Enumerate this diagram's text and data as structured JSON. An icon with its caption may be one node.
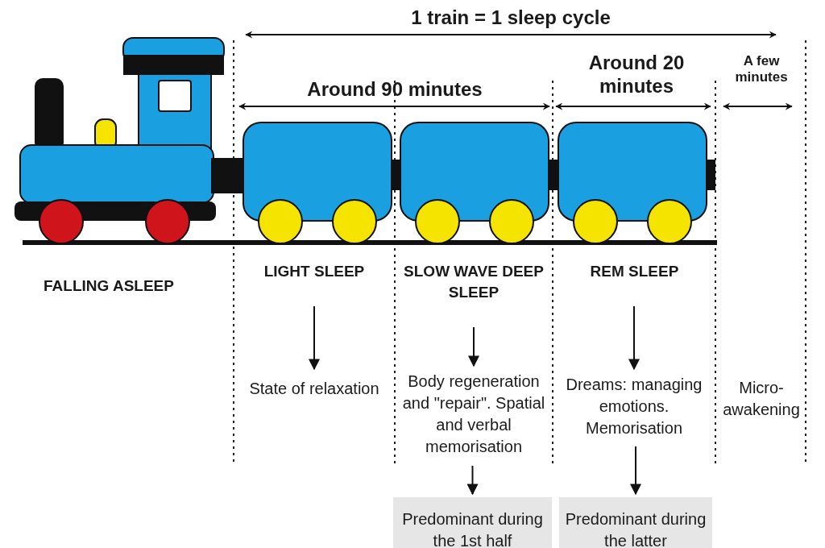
{
  "diagram": {
    "nodes": [
      {
        "text": [
          "FALLING ASLEEP"
        ]
      },
      {
        "text": [
          "LIGHT SLEEP"
        ]
      },
      {
        "text": [
          "SLOW WAVE DEEP SLEEP"
        ]
      },
      {
        "text": [
          "REM SLEEP"
        ]
      },
      {
        "text": [
          "State of relaxation"
        ]
      },
      {
        "text": [
          "Body regeneration and \"repair\". Spatial and verbal memorisation"
        ]
      },
      {
        "text": [
          "Dreams: managing emotions. Memorisation"
        ]
      },
      {
        "text": [
          "Micro-awakening"
        ]
      },
      {
        "text": [
          "Predominant during the 1st half"
        ]
      },
      {
        "text": [
          "Predominant during the latter"
        ]
      }
    ],
    "edges": [
      {
        "from": 1,
        "to": 4,
        "arrow": "to"
      },
      {
        "from": 2,
        "to": 5,
        "arrow": "to"
      },
      {
        "from": 3,
        "to": 6,
        "arrow": "to"
      },
      {
        "from": 5,
        "to": 8,
        "arrow": "to"
      },
      {
        "from": 6,
        "to": 9,
        "arrow": "to"
      }
    ],
    "labels": [
      "1 train = 1 sleep cycle",
      "Around 90 minutes",
      "Around 20 minutes",
      "A few minutes"
    ]
  }
}
